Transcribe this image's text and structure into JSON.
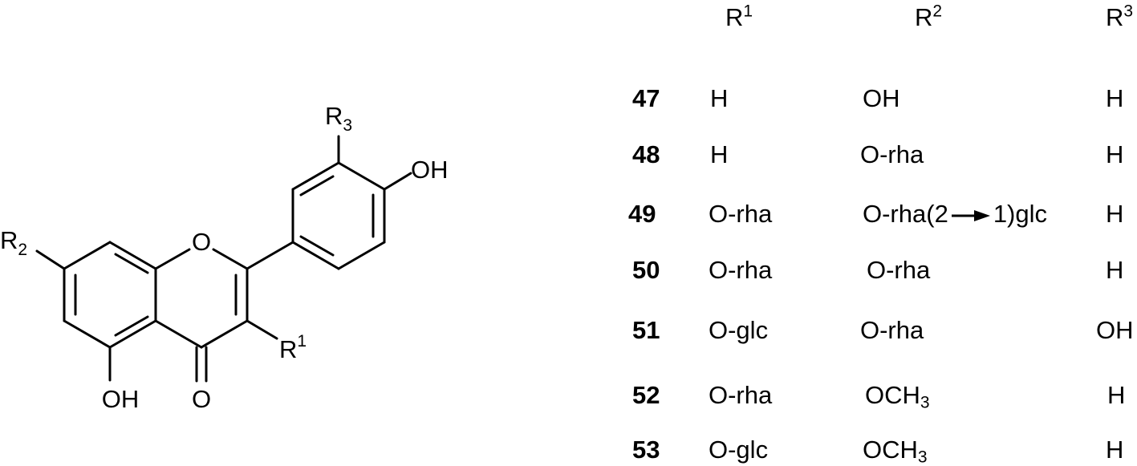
{
  "structure": {
    "labels": {
      "o_ring": "O",
      "o_carbonyl": "O",
      "oh_5": "OH",
      "oh_4p": "OH",
      "r1_main": "R",
      "r1_sup": "1",
      "r2_main": "R",
      "r2_sub": "2",
      "r3_main": "R",
      "r3_sub": "3"
    }
  },
  "table": {
    "headers": [
      {
        "main": "R",
        "sup": "1"
      },
      {
        "main": "R",
        "sup": "2"
      },
      {
        "main": "R",
        "sup": "3"
      }
    ],
    "rows": [
      {
        "id": "47",
        "r1": "H",
        "r2": "OH",
        "r3": "H"
      },
      {
        "id": "48",
        "r1": "H",
        "r2": "O-rha",
        "r3": "H"
      },
      {
        "id": "49",
        "r1": "O-rha",
        "r2_pre": "O-rha(2",
        "r2_post": "1)glc",
        "r3": "H"
      },
      {
        "id": "50",
        "r1": "O-rha",
        "r2": "O-rha",
        "r3": "H"
      },
      {
        "id": "51",
        "r1": "O-glc",
        "r2": "O-rha",
        "r3": "OH"
      },
      {
        "id": "52",
        "r1": "O-rha",
        "r2_main": "OCH",
        "r2_sub": "3",
        "r3": "H"
      },
      {
        "id": "53",
        "r1": "O-glc",
        "r2_main": "OCH",
        "r2_sub": "3",
        "r3": "H"
      }
    ]
  }
}
